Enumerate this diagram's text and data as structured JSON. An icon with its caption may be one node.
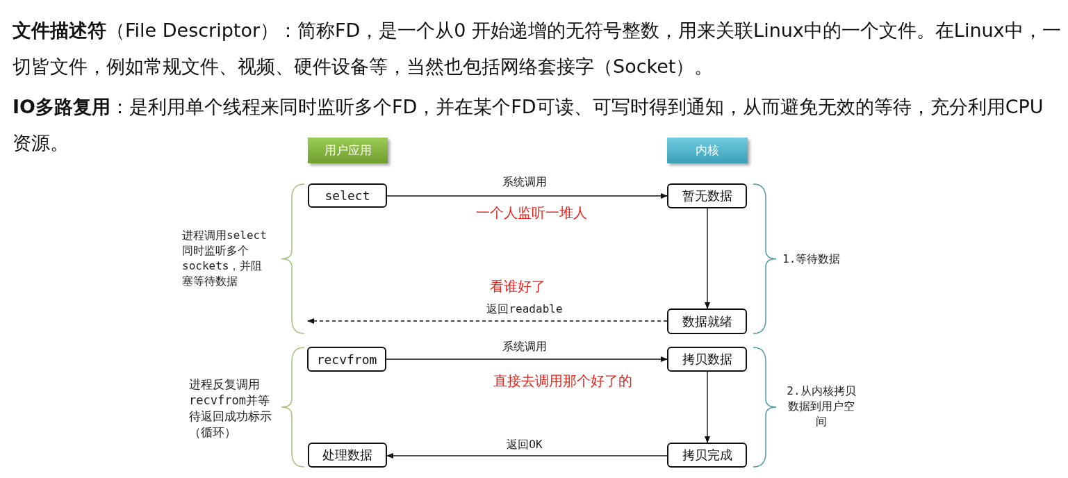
{
  "diagram": {
    "nodes": [
      {
        "text": [
          "用户应用"
        ]
      },
      {
        "text": [
          "内核"
        ]
      },
      {
        "text": [
          "select"
        ]
      },
      {
        "text": [
          "暂无数据"
        ]
      },
      {
        "text": [
          "数据就绪"
        ]
      },
      {
        "text": [
          "recvfrom"
        ]
      },
      {
        "text": [
          "拷贝数据"
        ]
      },
      {
        "text": [
          "处理数据"
        ]
      },
      {
        "text": [
          "拷贝完成"
        ]
      }
    ],
    "edges": [
      {
        "from": 2,
        "to": 3,
        "arrow": "to",
        "label": "系统调用"
      },
      {
        "from": 3,
        "to": 4,
        "arrow": "to"
      },
      {
        "from": 4,
        "to": 2,
        "arrow": "to",
        "label": "返回readable",
        "style": "dashed"
      },
      {
        "from": 5,
        "to": 6,
        "arrow": "to",
        "label": "系统调用"
      },
      {
        "from": 6,
        "to": 8,
        "arrow": "to"
      },
      {
        "from": 8,
        "to": 7,
        "arrow": "to",
        "label": "返回OK"
      }
    ],
    "labels": [
      "**文件描述符**（File Descriptor）：简称FD，是一个从0 开始递增的无符号整数，用来关联Linux中的一个文件。在Linux中，一切皆文件，例如常规文件、视频、硬件设备等，当然也包括网络套接字（Socket）。",
      "**IO多路复用**：是利用单个线程来同时监听多个FD，并在某个FD可读、可写时得到通知，从而避免无效的等待，充分利用CPU资源。",
      "一个人监听一堆人",
      "进程调用select同时监听多个sockets，并阻塞等待数据",
      "1.等待数据",
      "看谁好了",
      "直接去调用那个好了的",
      "进程反复调用recvfrom并等待返回成功标示（循环）",
      "2.从内核拷贝数据到用户空间"
    ]
  }
}
